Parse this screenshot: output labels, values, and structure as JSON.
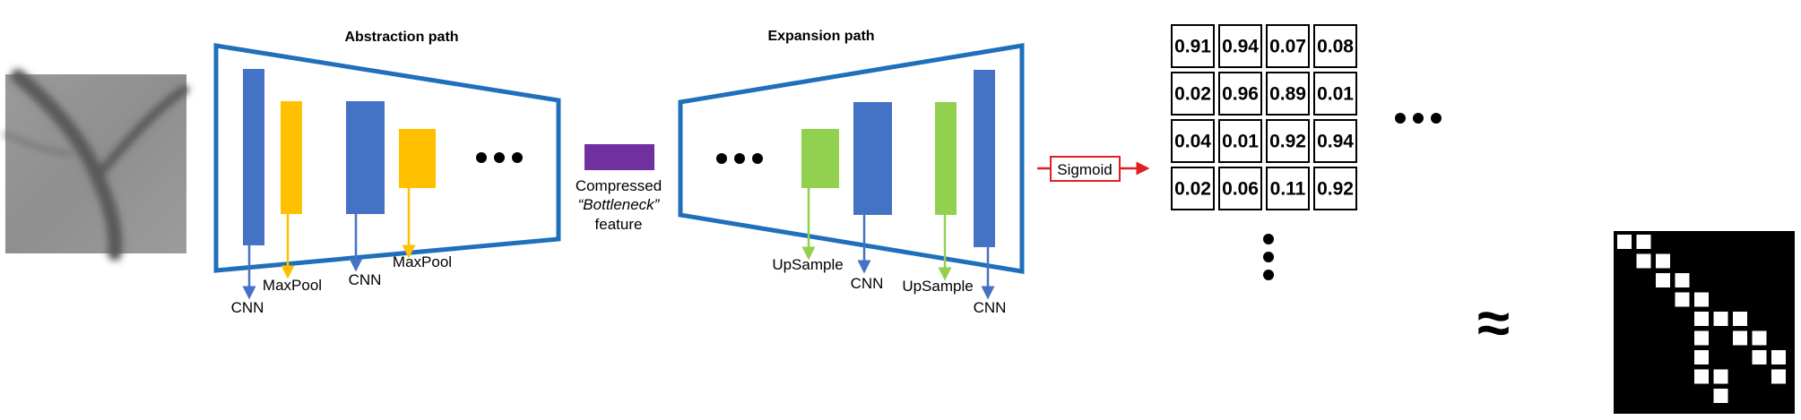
{
  "abstraction": {
    "title": "Abstraction path",
    "labels": [
      "CNN",
      "MaxPool",
      "CNN",
      "MaxPool"
    ]
  },
  "expansion": {
    "title": "Expansion path",
    "labels": [
      "UpSample",
      "CNN",
      "UpSample",
      "CNN"
    ]
  },
  "bottleneck": {
    "line1": "Compressed",
    "line2": "“Bottleneck”",
    "line3": "feature"
  },
  "sigmoid": {
    "label": "Sigmoid"
  },
  "probability_grid": {
    "rows": [
      [
        "0.91",
        "0.94",
        "0.07",
        "0.08"
      ],
      [
        "0.02",
        "0.96",
        "0.89",
        "0.01"
      ],
      [
        "0.04",
        "0.01",
        "0.92",
        "0.94"
      ],
      [
        "0.02",
        "0.06",
        "0.11",
        "0.92"
      ]
    ]
  },
  "approx_symbol": "≈",
  "binary_mask": {
    "white_cells": [
      [
        0,
        0
      ],
      [
        0,
        1
      ],
      [
        1,
        1
      ],
      [
        1,
        2
      ],
      [
        2,
        2
      ],
      [
        2,
        3
      ],
      [
        3,
        3
      ],
      [
        3,
        4
      ],
      [
        4,
        4
      ],
      [
        4,
        5
      ],
      [
        4,
        6
      ],
      [
        5,
        4
      ],
      [
        5,
        6
      ],
      [
        5,
        7
      ],
      [
        6,
        4
      ],
      [
        6,
        7
      ],
      [
        6,
        8
      ],
      [
        7,
        4
      ],
      [
        7,
        5
      ],
      [
        7,
        8
      ],
      [
        8,
        5
      ]
    ]
  },
  "colors": {
    "encoder_outline": "#1f6fba",
    "cnn_block": "#4472c4",
    "maxpool_block": "#ffc000",
    "upsample_block": "#92d050",
    "bottleneck_block": "#7030a0",
    "sigmoid_arrow": "#e02020"
  }
}
